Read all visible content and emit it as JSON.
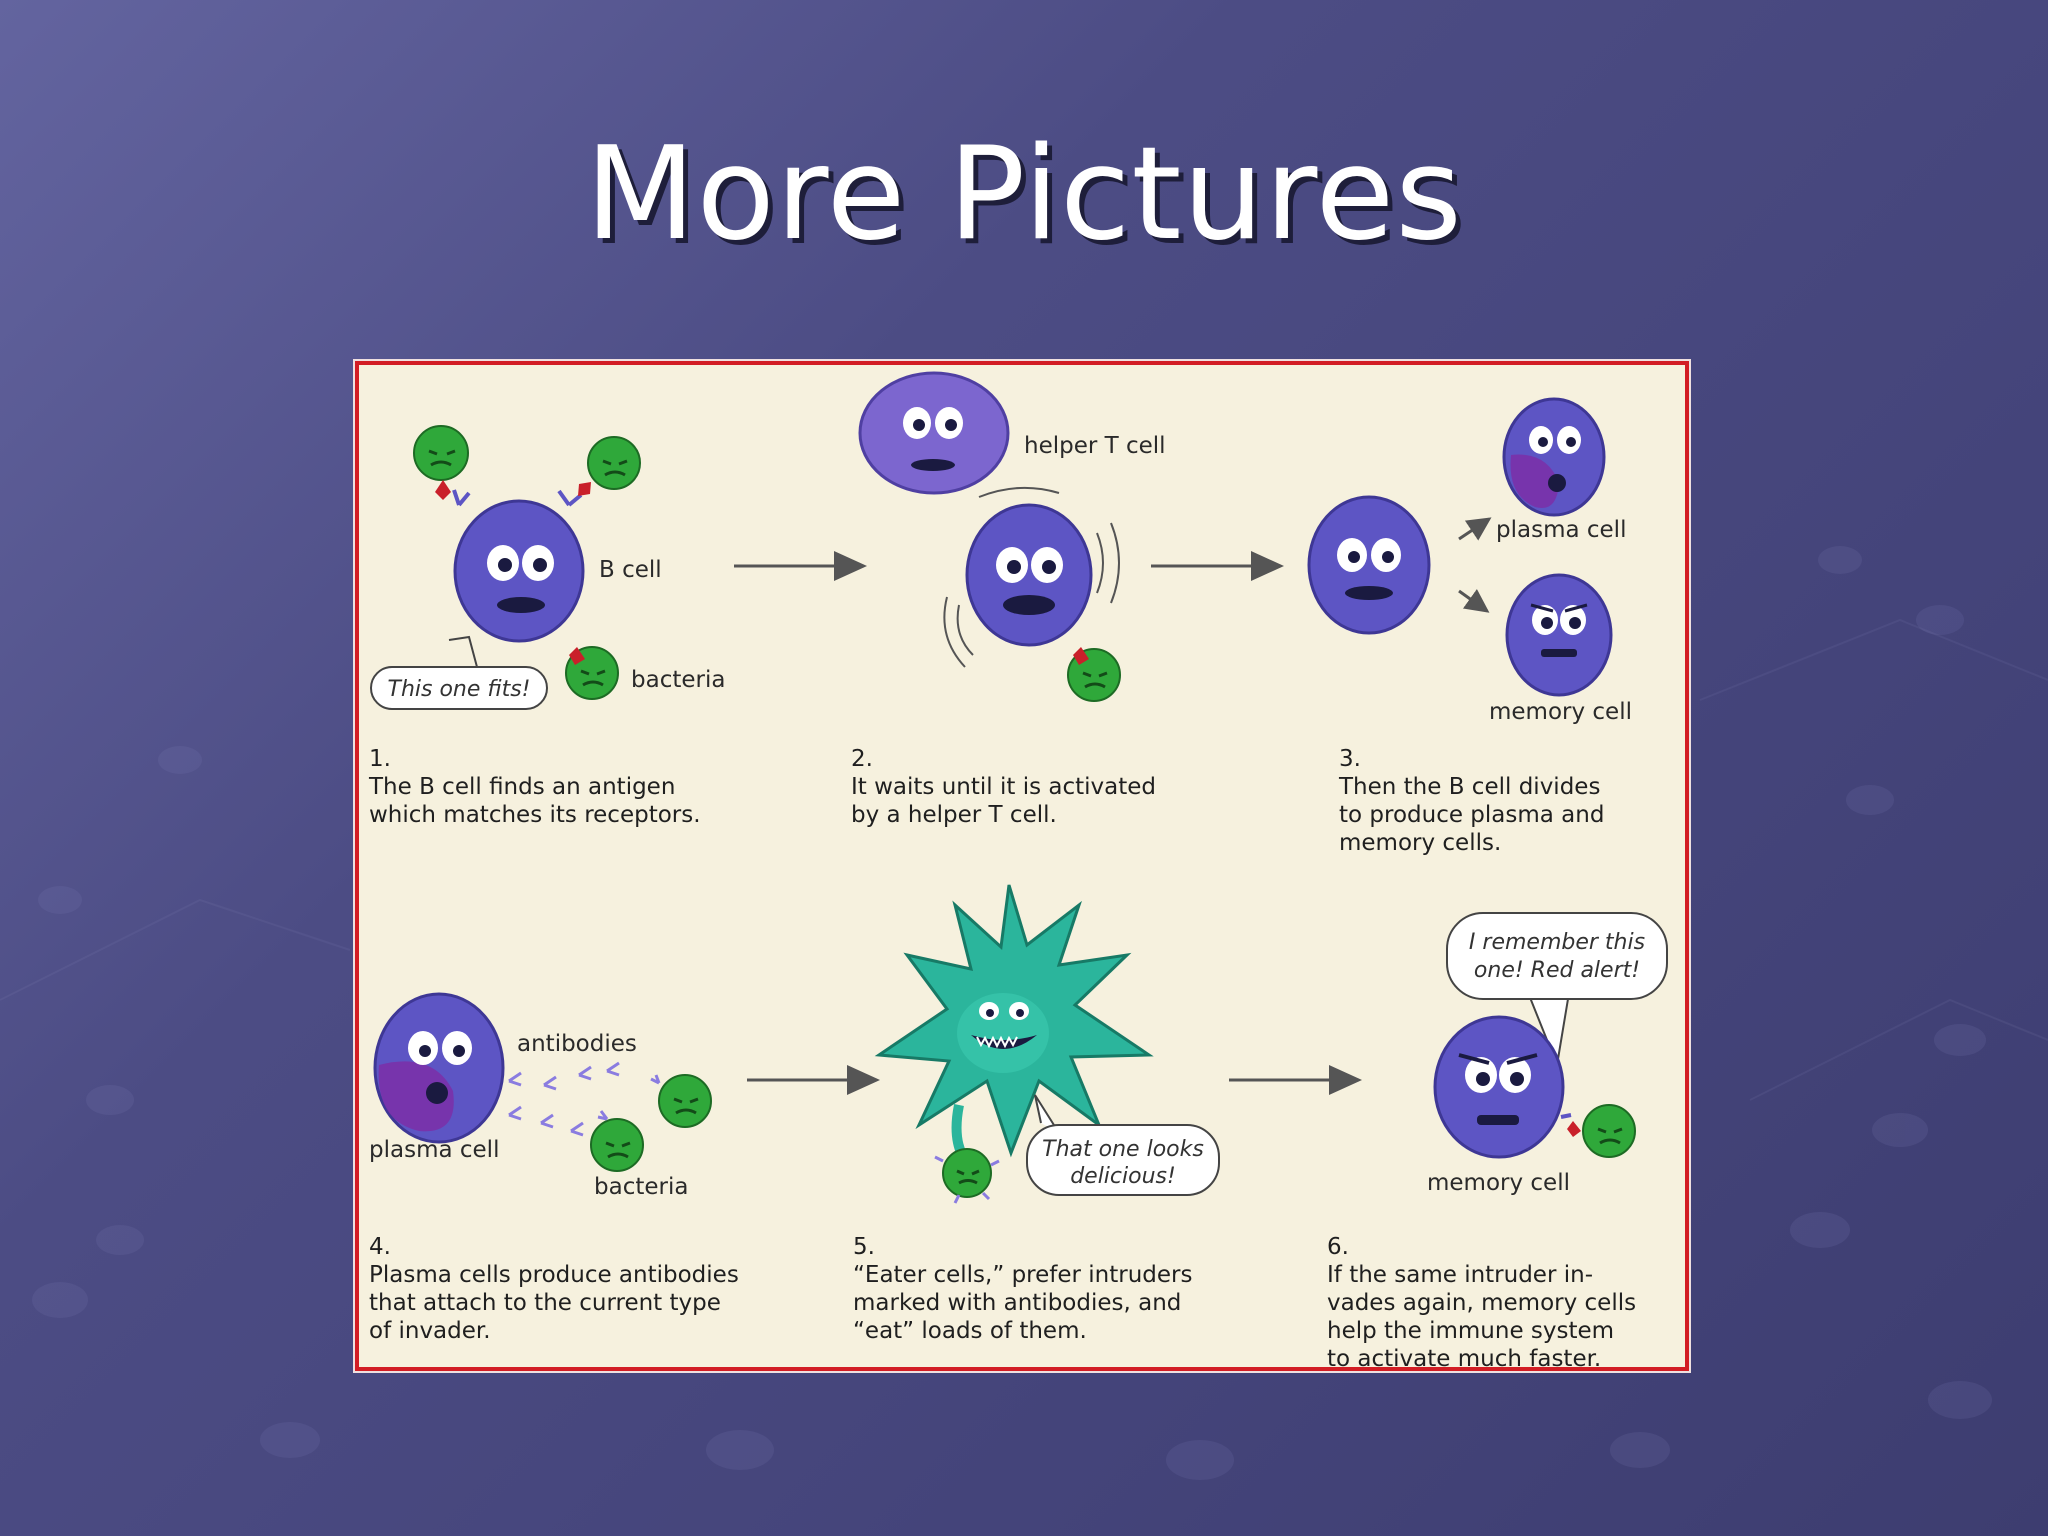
{
  "slide": {
    "title": "More Pictures"
  },
  "figure": {
    "labels": {
      "b_cell": "B cell",
      "bacteria_1": "bacteria",
      "helper_t_cell": "helper T cell",
      "plasma_cell_1": "plasma cell",
      "memory_cell_1": "memory cell",
      "antibodies": "antibodies",
      "plasma_cell_2": "plasma cell",
      "bacteria_2": "bacteria",
      "memory_cell_2": "memory cell"
    },
    "bubbles": {
      "fits": "This one fits!",
      "delicious_1": "That one looks",
      "delicious_2": "delicious!",
      "remember_1": "I remember this",
      "remember_2": "one! Red alert!"
    },
    "steps": [
      {
        "num": "1.",
        "lines": [
          "The B cell finds an antigen",
          "which matches its receptors."
        ]
      },
      {
        "num": "2.",
        "lines": [
          "It waits until it is activated",
          "by a helper T cell."
        ]
      },
      {
        "num": "3.",
        "lines": [
          "Then the B cell divides",
          "to produce plasma and",
          "memory cells."
        ]
      },
      {
        "num": "4.",
        "lines": [
          "Plasma cells produce antibodies",
          "that attach to the current type",
          "of invader."
        ]
      },
      {
        "num": "5.",
        "lines": [
          "“Eater cells,” prefer intruders",
          "marked with antibodies, and",
          "“eat” loads of them."
        ]
      },
      {
        "num": "6.",
        "lines": [
          "If the same intruder in-",
          "vades again, memory cells",
          "help the immune system",
          "to activate much faster."
        ]
      }
    ]
  },
  "colors": {
    "slide_bg": "#4c4c84",
    "figure_bg": "#f6f1de",
    "figure_border": "#d21d24",
    "cell_purple": "#5d55c4",
    "bacteria_green": "#2fa83a",
    "eater_teal": "#2bb59c"
  }
}
